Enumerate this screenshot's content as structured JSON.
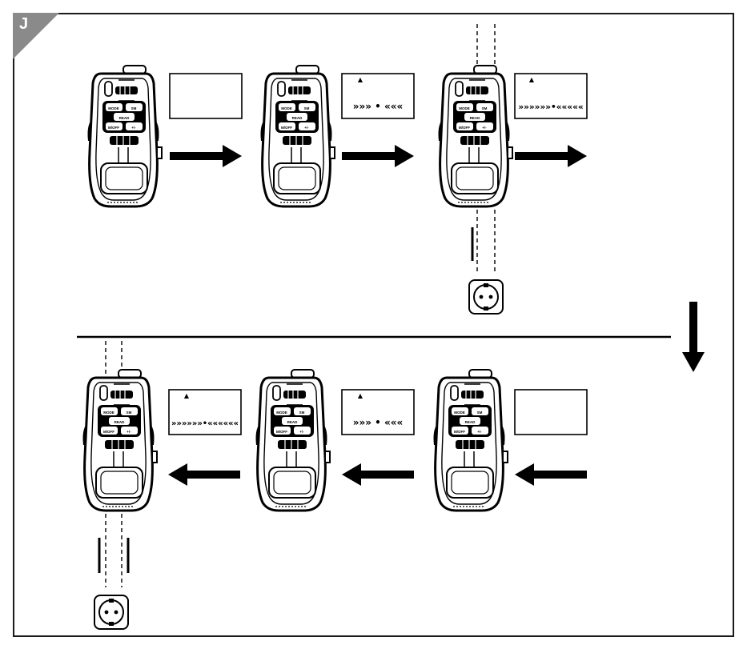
{
  "section": {
    "letter": "J"
  },
  "device": {
    "buttons": {
      "mode": "MODE",
      "sm": "SM",
      "read": "READ",
      "onoff": "M/OFF",
      "cal": "+/-"
    }
  },
  "row1": {
    "screens": [
      {
        "mark": "",
        "reading": ""
      },
      {
        "mark": "▲",
        "reading": "»»»   •   «««"
      },
      {
        "mark": "▲",
        "reading": "»»»»»»•«««««"
      }
    ]
  },
  "row2": {
    "screens": [
      {
        "mark": "▲",
        "reading": "»»»»»»•««««««"
      },
      {
        "mark": "▲",
        "reading": "»»»   •   «««"
      },
      {
        "mark": "",
        "reading": ""
      }
    ]
  }
}
